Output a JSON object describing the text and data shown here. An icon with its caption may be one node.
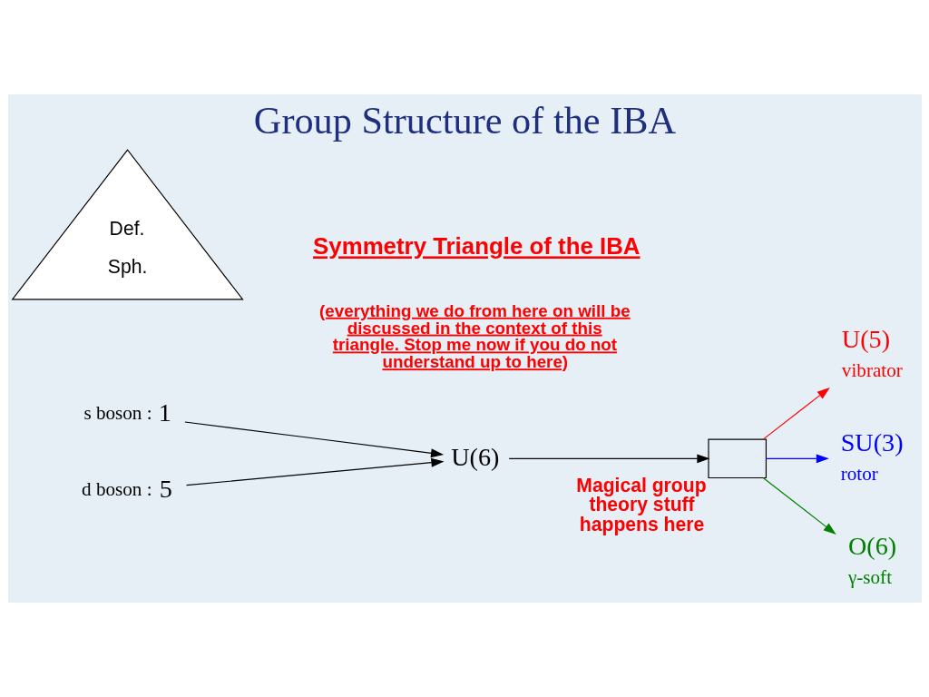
{
  "diagram": {
    "title": "Group Structure of the IBA",
    "nodes": [
      {
        "text": [
          "1"
        ],
        "beside": [
          "s boson :"
        ]
      },
      {
        "text": [
          "5"
        ],
        "beside": [
          "d boson :"
        ]
      },
      {
        "text": [
          "U(6)"
        ]
      },
      {
        "text": [],
        "shape": "box",
        "beside": [
          "Magical group theory stuff happens here"
        ]
      },
      {
        "text": [
          "U(5)"
        ],
        "beside": [
          "vibrator"
        ]
      },
      {
        "text": [
          "SU(3)"
        ],
        "beside": [
          "rotor"
        ]
      },
      {
        "text": [
          "O(6)"
        ],
        "beside": [
          "γ-soft"
        ]
      },
      {
        "text": [
          "Def.",
          "Sph."
        ]
      }
    ],
    "edges": [
      {
        "from": 0,
        "to": 2,
        "arrow": "to"
      },
      {
        "from": 1,
        "to": 2,
        "arrow": "to"
      },
      {
        "from": 2,
        "to": 3,
        "arrow": "to"
      },
      {
        "from": 3,
        "to": 4,
        "arrow": "to",
        "color": "#ff0000"
      },
      {
        "from": 3,
        "to": 5,
        "arrow": "to",
        "color": "#0000ff"
      },
      {
        "from": 3,
        "to": 6,
        "arrow": "to",
        "color": "#008000"
      }
    ],
    "labels": [
      "Symmetry Triangle of the IBA",
      "(everything we do from here on will be discussed in the context of this triangle. Stop me now if you do not understand up to here)"
    ]
  }
}
